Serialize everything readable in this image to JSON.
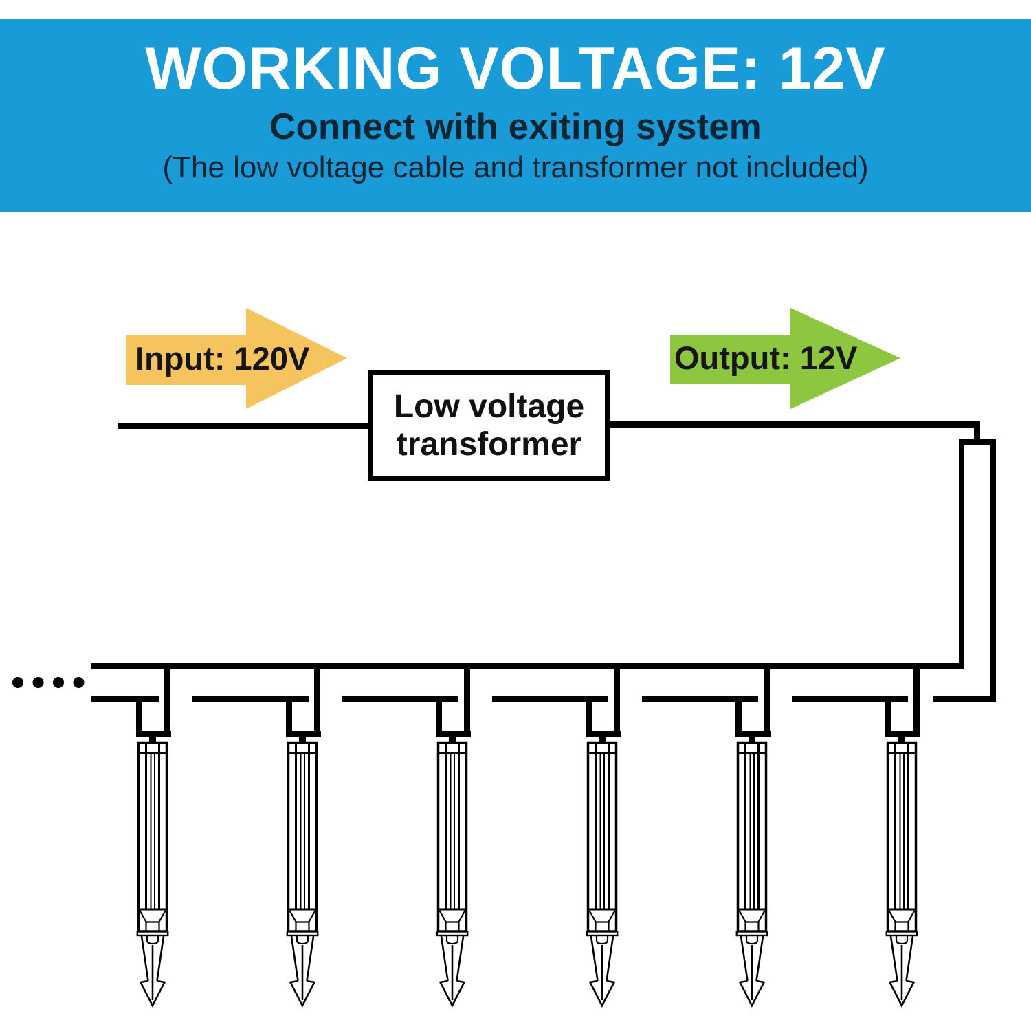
{
  "banner": {
    "title": "WORKING VOLTAGE: 12V",
    "subtitle": "Connect with exiting system",
    "note": "(The low voltage cable and transformer not included)",
    "background": "#199bd7",
    "title_color": "#ffffff",
    "text_color": "#0d2433"
  },
  "diagram": {
    "input_arrow": {
      "label": "Input: 120V",
      "color": "#f5c45e"
    },
    "output_arrow": {
      "label": "Output: 12V",
      "color": "#8dc63f"
    },
    "transformer": {
      "line1": "Low voltage",
      "line2": "transformer"
    },
    "wire_color": "#000000",
    "lights": {
      "count": 6
    },
    "continuation_dots": 4
  }
}
